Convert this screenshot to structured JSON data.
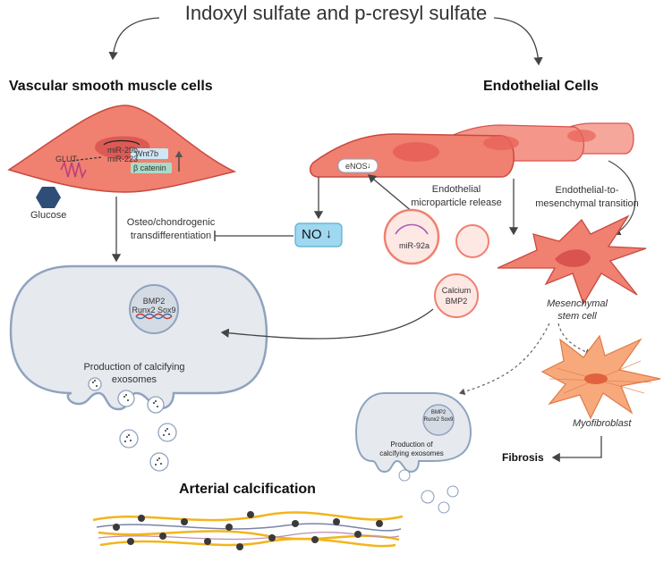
{
  "title": "Indoxyl sulfate and p-cresyl sulfate",
  "left_header": "Vascular smooth muscle cells",
  "right_header": "Endothelial Cells",
  "vsmc": {
    "glut": "GLUT",
    "mir_29b": "miR-29b",
    "mir_223": "miR-223",
    "wnt7b": "Wnt7b",
    "beta_catenin": "β catenin",
    "glucose": "Glucose"
  },
  "osteo_label_1": "Osteo/chondrogenic",
  "osteo_label_2": "transdifferentiation",
  "no_label": "NO",
  "enos_label": "eNOS",
  "endo_micro_1": "Endothelial",
  "endo_micro_2": "microparticle release",
  "mir_92a": "miR-92a",
  "calcium": "Calcium",
  "bmp2": "BMP2",
  "endmt_1": "Endothelial-to-",
  "endmt_2": "mesenchymal transition",
  "msc_1": "Mesenchymal",
  "msc_2": "stem cell",
  "myofibroblast": "Myofibroblast",
  "fibrosis": "Fibrosis",
  "nucleus_large": {
    "l1": "BMP2",
    "l2": "Runx2 Sox9"
  },
  "production_large_1": "Production of calcifying",
  "production_large_2": "exosomes",
  "nucleus_small": {
    "l1": "BMP2",
    "l2": "Runx2 Sox9"
  },
  "production_small_1": "Production of",
  "production_small_2": "calcifying exosomes",
  "arterial": "Arterial calcification",
  "colors": {
    "cell_red": "#f08070",
    "cell_dark": "#d9534f",
    "nucleus_red": "#e8635a",
    "gray_cell": "#e6e9ee",
    "gray_border": "#8fa3bf",
    "no_box": "#9fd8f0",
    "fiber_yellow": "#f2b51d",
    "glucose_blue": "#2e4e78",
    "mir_purple": "#b05ab8"
  }
}
